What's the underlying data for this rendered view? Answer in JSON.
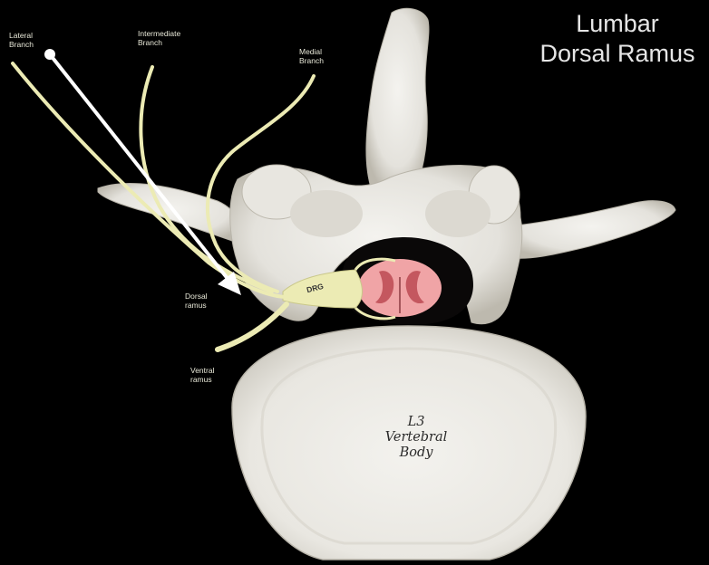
{
  "title": {
    "line1": "Lumbar",
    "line2": "Dorsal Ramus"
  },
  "nerve_labels": {
    "lateral_line1": "Lateral",
    "lateral_line2": "Branch",
    "intermediate_line1": "Intermediate",
    "intermediate_line2": "Branch",
    "medial_line1": "Medial",
    "medial_line2": "Branch",
    "dorsal_line1": "Dorsal",
    "dorsal_line2": "ramus",
    "ventral_line1": "Ventral",
    "ventral_line2": "ramus",
    "drg": "DRG"
  },
  "vertebral_body": {
    "line1": "L3",
    "line2": "Vertebral",
    "line3": "Body"
  },
  "colors": {
    "background": "#000000",
    "bone": "#ecebe6",
    "bone_shadow": "#c9c6bd",
    "nerve": "#ecebb4",
    "spinal_cord": "#f0a4a6",
    "gray_matter": "#c4575f",
    "arrow": "#ffffff"
  },
  "icons": {
    "pointer": "arrow-pointer-icon"
  }
}
